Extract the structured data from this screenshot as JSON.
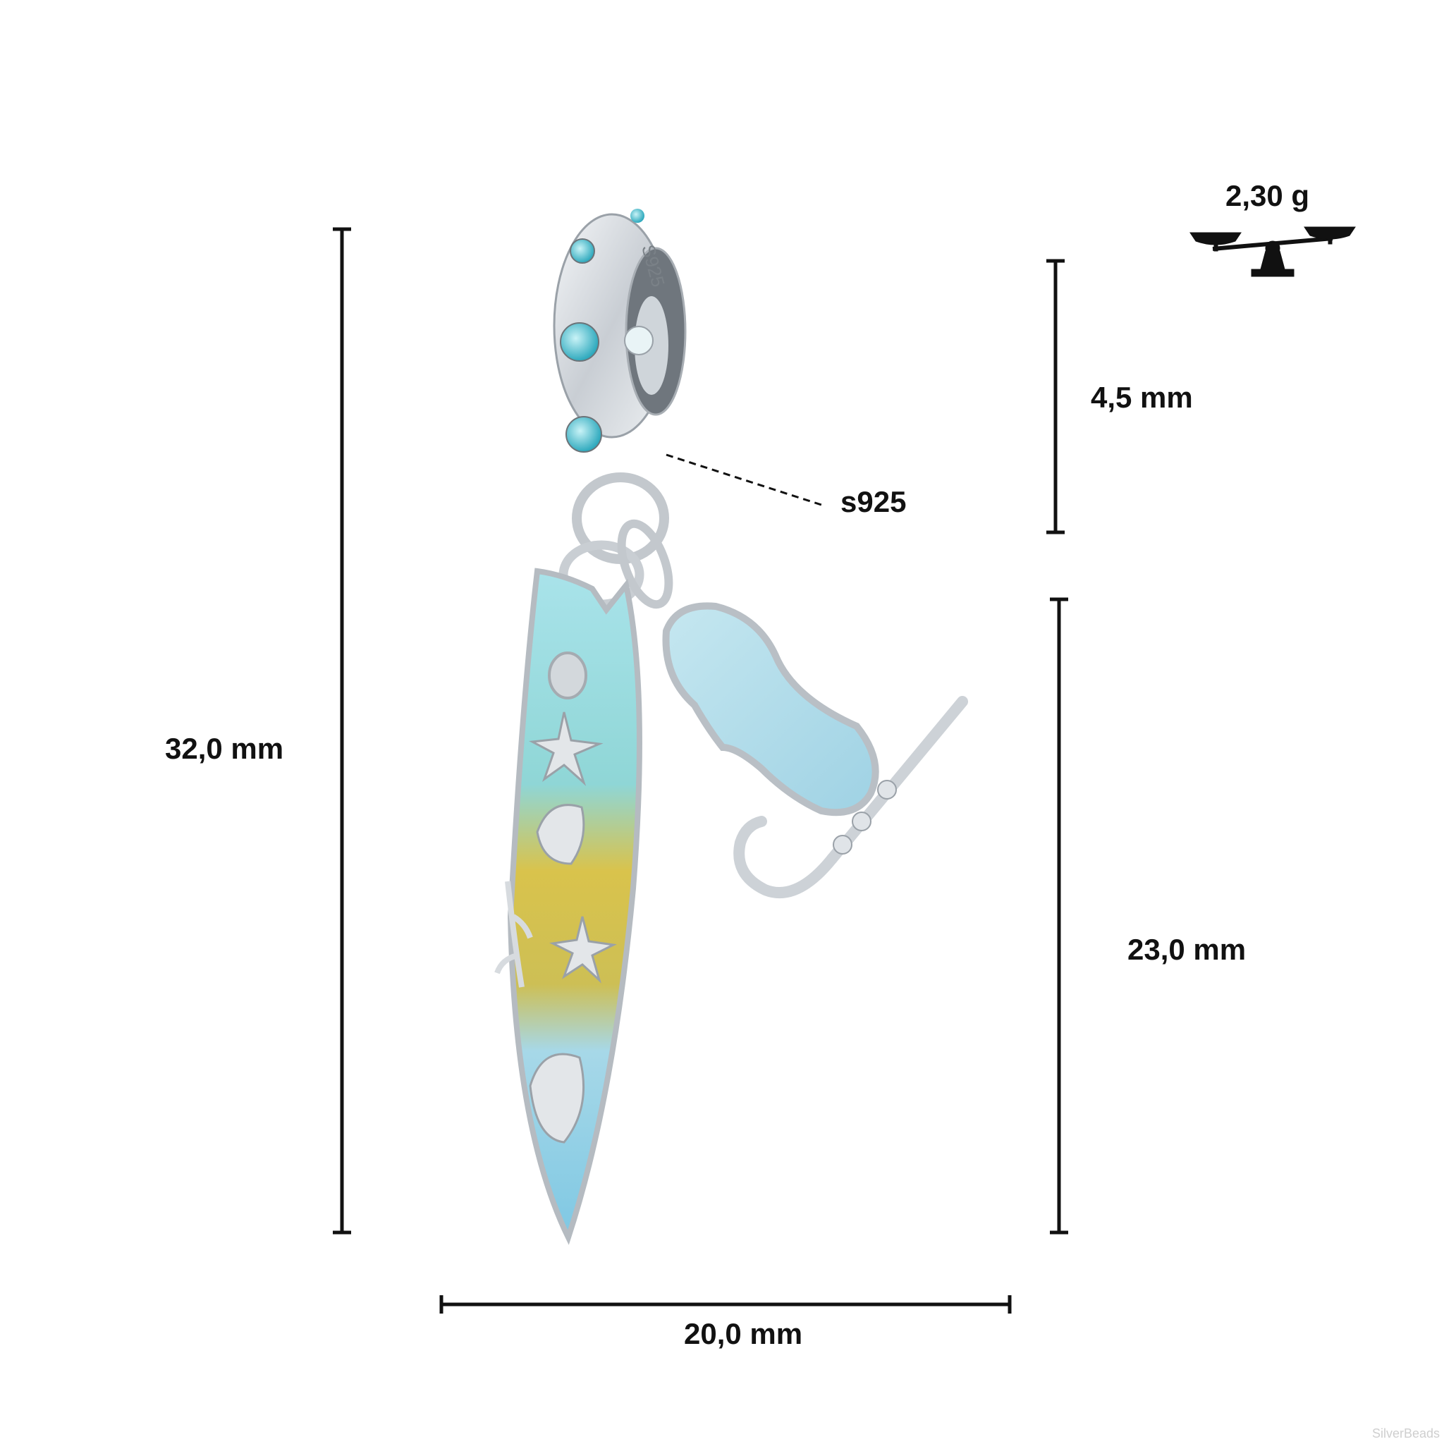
{
  "weight": {
    "value": "2,30 g",
    "icon": "balance-scale-icon"
  },
  "dimensions": {
    "total_height": "32,0 mm",
    "bail_height": "4,5 mm",
    "dangle_height": "23,0 mm",
    "width": "20,0 mm"
  },
  "material_stamp": "s925",
  "bail_engraving": "S925",
  "watermark": "SilverBeads",
  "colors": {
    "line": "#111111",
    "silver": "#d9dde2",
    "enamel_blue": "#8fd3e6",
    "enamel_yellow": "#d8c24a",
    "stone_blue": "#3fb7c9"
  }
}
